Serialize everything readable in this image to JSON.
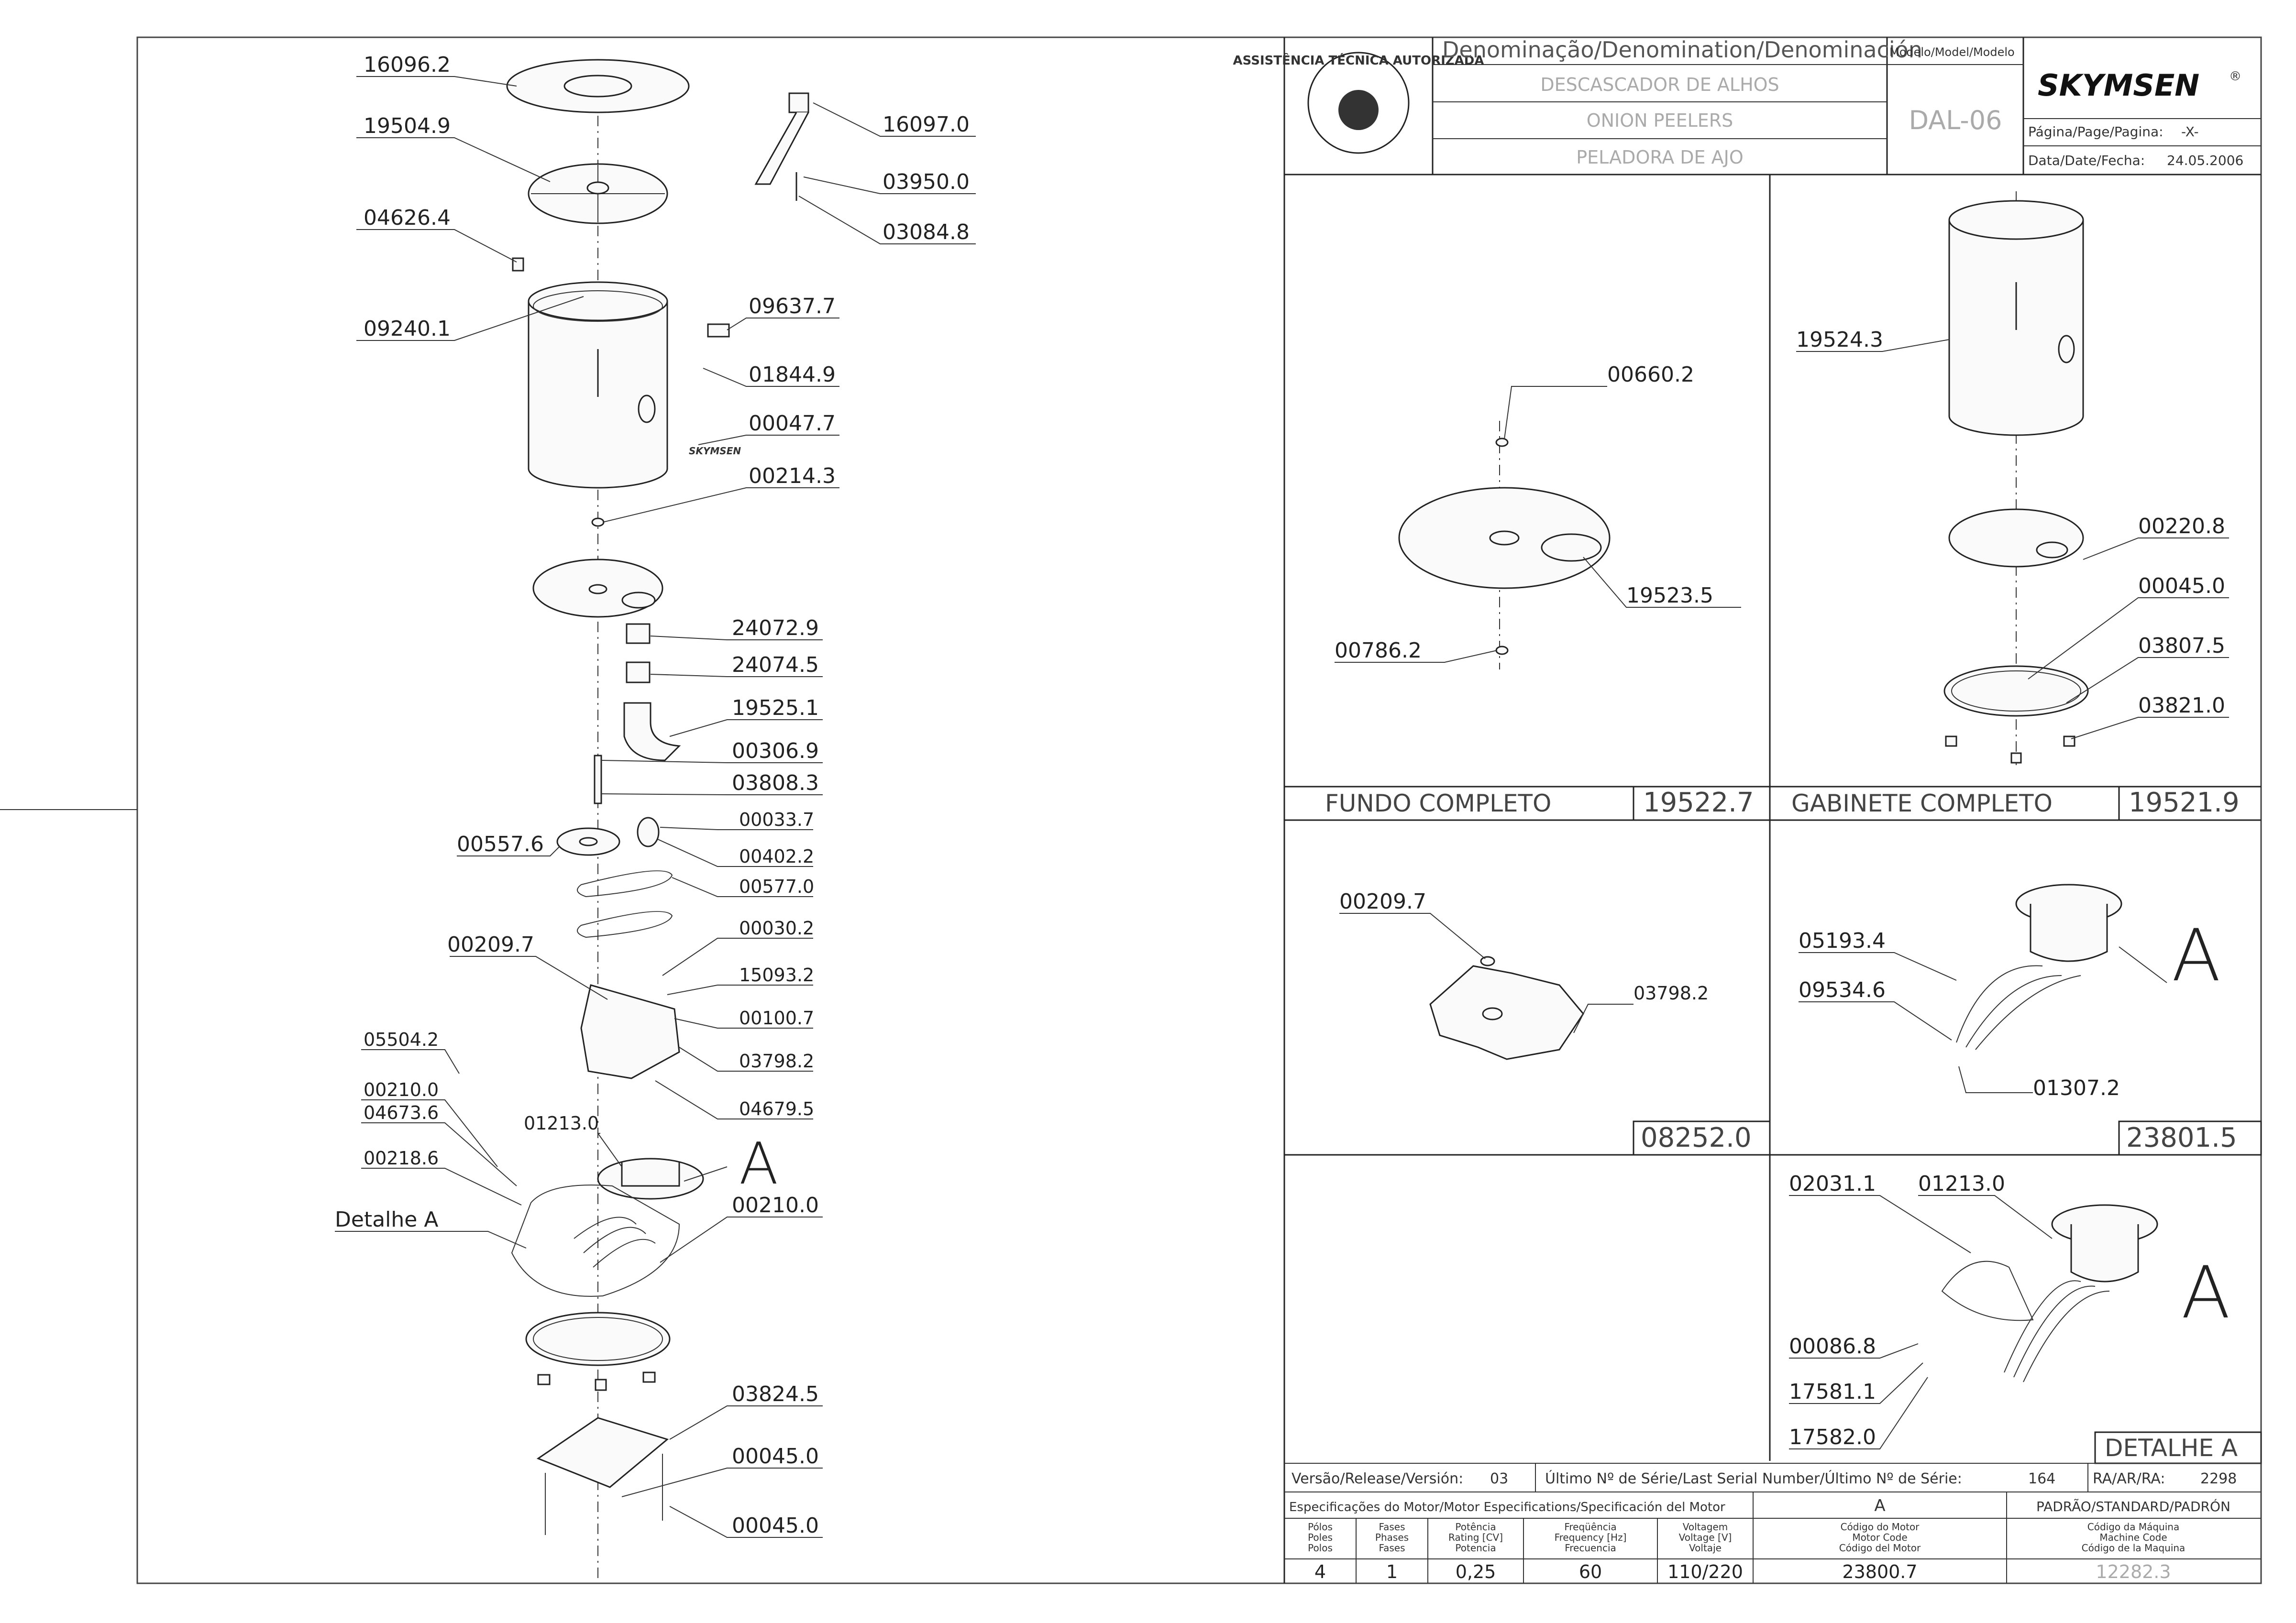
{
  "header": {
    "denomination_label": "Denominação/Denomination/Denominación",
    "name_pt": "DESCASCADOR DE ALHOS",
    "name_en": "ONION PEELERS",
    "name_es": "PELADORA DE AJO",
    "model_label": "Modelo/Model/Modelo",
    "model": "DAL-06",
    "brand": "SKYMSEN",
    "brand_mark": "®",
    "stamp_text": "ASSISTÊNCIA TÉCNICA AUTORIZADA",
    "page_label": "Página/Page/Pagina:",
    "page_value": "-X-",
    "date_label": "Data/Date/Fecha:",
    "date_value": "24.05.2006"
  },
  "main_view": {
    "callouts": [
      "16096.2",
      "19504.9",
      "04626.4",
      "09240.1",
      "16097.0",
      "03950.0",
      "03084.8",
      "09637.7",
      "01844.9",
      "00047.7",
      "00214.3",
      "24072.9",
      "24074.5",
      "19525.1",
      "00306.9",
      "03808.3",
      "00557.6",
      "00033.7",
      "00402.2",
      "00577.0",
      "00209.7",
      "00030.2",
      "15093.2",
      "00100.7",
      "03798.2",
      "04679.5",
      "05504.2",
      "00210.0",
      "04673.6",
      "01213.0",
      "00218.6",
      "Detalhe A",
      "00210.0",
      "A",
      "03824.5",
      "00045.0",
      "00045.0"
    ]
  },
  "panels": {
    "fundo": {
      "title": "FUNDO COMPLETO",
      "code": "19522.7",
      "callouts": [
        "00660.2",
        "19523.5",
        "00786.2"
      ]
    },
    "gabinete": {
      "title": "GABINETE COMPLETO",
      "code": "19521.9",
      "callouts": [
        "19524.3",
        "00220.8",
        "00045.0",
        "03807.5",
        "03821.0"
      ]
    },
    "plate": {
      "code": "08252.0",
      "callouts": [
        "00209.7",
        "03798.2"
      ]
    },
    "motor": {
      "code": "23801.5",
      "detail_letter": "A",
      "callouts": [
        "05193.4",
        "09534.6",
        "01307.2"
      ]
    },
    "detail": {
      "title": "DETALHE A",
      "detail_letter": "A",
      "callouts": [
        "02031.1",
        "01213.0",
        "00086.8",
        "17581.1",
        "17582.0"
      ]
    }
  },
  "footer": {
    "version_label": "Versão/Release/Versión:",
    "version_value": "03",
    "serial_label": "Último Nº de Série/Last Serial Number/Último Nº de Série:",
    "serial_value": "164",
    "ra_label": "RA/AR/RA:",
    "ra_value": "2298",
    "motor_spec_label": "Especificações do Motor/Motor Especifications/Specificación del Motor",
    "motor_letter": "A",
    "standard_label": "PADRÃO/STANDARD/PADRÓN",
    "columns": [
      {
        "h1": "Pólos",
        "h2": "Poles",
        "h3": "Polos",
        "value": "4"
      },
      {
        "h1": "Fases",
        "h2": "Phases",
        "h3": "Fases",
        "value": "1"
      },
      {
        "h1": "Potência",
        "h2": "Rating [CV]",
        "h3": "Potencia",
        "value": "0,25"
      },
      {
        "h1": "Freqüência",
        "h2": "Frequency [Hz]",
        "h3": "Frecuencia",
        "value": "60"
      },
      {
        "h1": "Voltagem",
        "h2": "Voltage [V]",
        "h3": "Voltaje",
        "value": "110/220"
      },
      {
        "h1": "Código do Motor",
        "h2": "Motor Code",
        "h3": "Código del Motor",
        "value": "23800.7"
      },
      {
        "h1": "Código da Máquina",
        "h2": "Machine Code",
        "h3": "Código de la Maquina",
        "value": "12282.3"
      }
    ]
  }
}
